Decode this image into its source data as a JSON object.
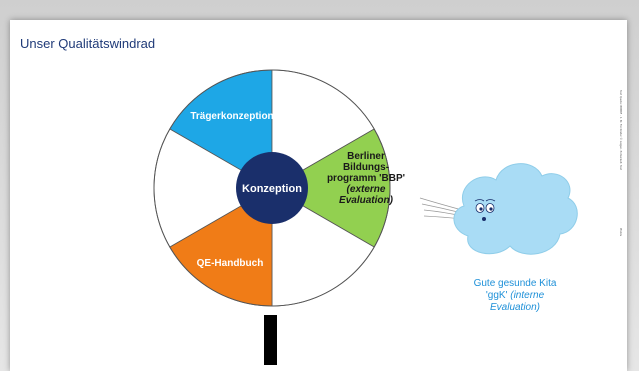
{
  "slide": {
    "title": "Unser Qualitätswindrad"
  },
  "wheel": {
    "hub_label": "Konzeption",
    "segments": [
      {
        "label_lines": [
          "Trägerkonzeption"
        ],
        "color": "#1ea7e6"
      },
      {
        "label_lines": [],
        "color": "#ffffff"
      },
      {
        "label_lines": [
          "Berliner",
          "Bildungs-",
          "programm 'BBP'"
        ],
        "italic_lines": [
          "(externe",
          "Evaluation)"
        ],
        "color": "#92d050"
      },
      {
        "label_lines": [],
        "color": "#ffffff"
      },
      {
        "label_lines": [
          "QE-Handbuch"
        ],
        "color": "#f07c17"
      },
      {
        "label_lines": [],
        "color": "#ffffff"
      }
    ],
    "hub_color": "#1a2f6b",
    "pole_color": "#000000"
  },
  "cloud": {
    "caption_line1": "Gute gesunde Kita",
    "caption_line2": "'ggK'",
    "caption_italic": "(interne",
    "caption_line3": "Evaluation)",
    "color": "#a9dcf5"
  },
  "side_notes": {
    "top": "Text Quelle: BBMBF - 1. Bl. Für Kinder © zeigen. Entwickelt. Text",
    "bottom": "Pfeilzu"
  }
}
